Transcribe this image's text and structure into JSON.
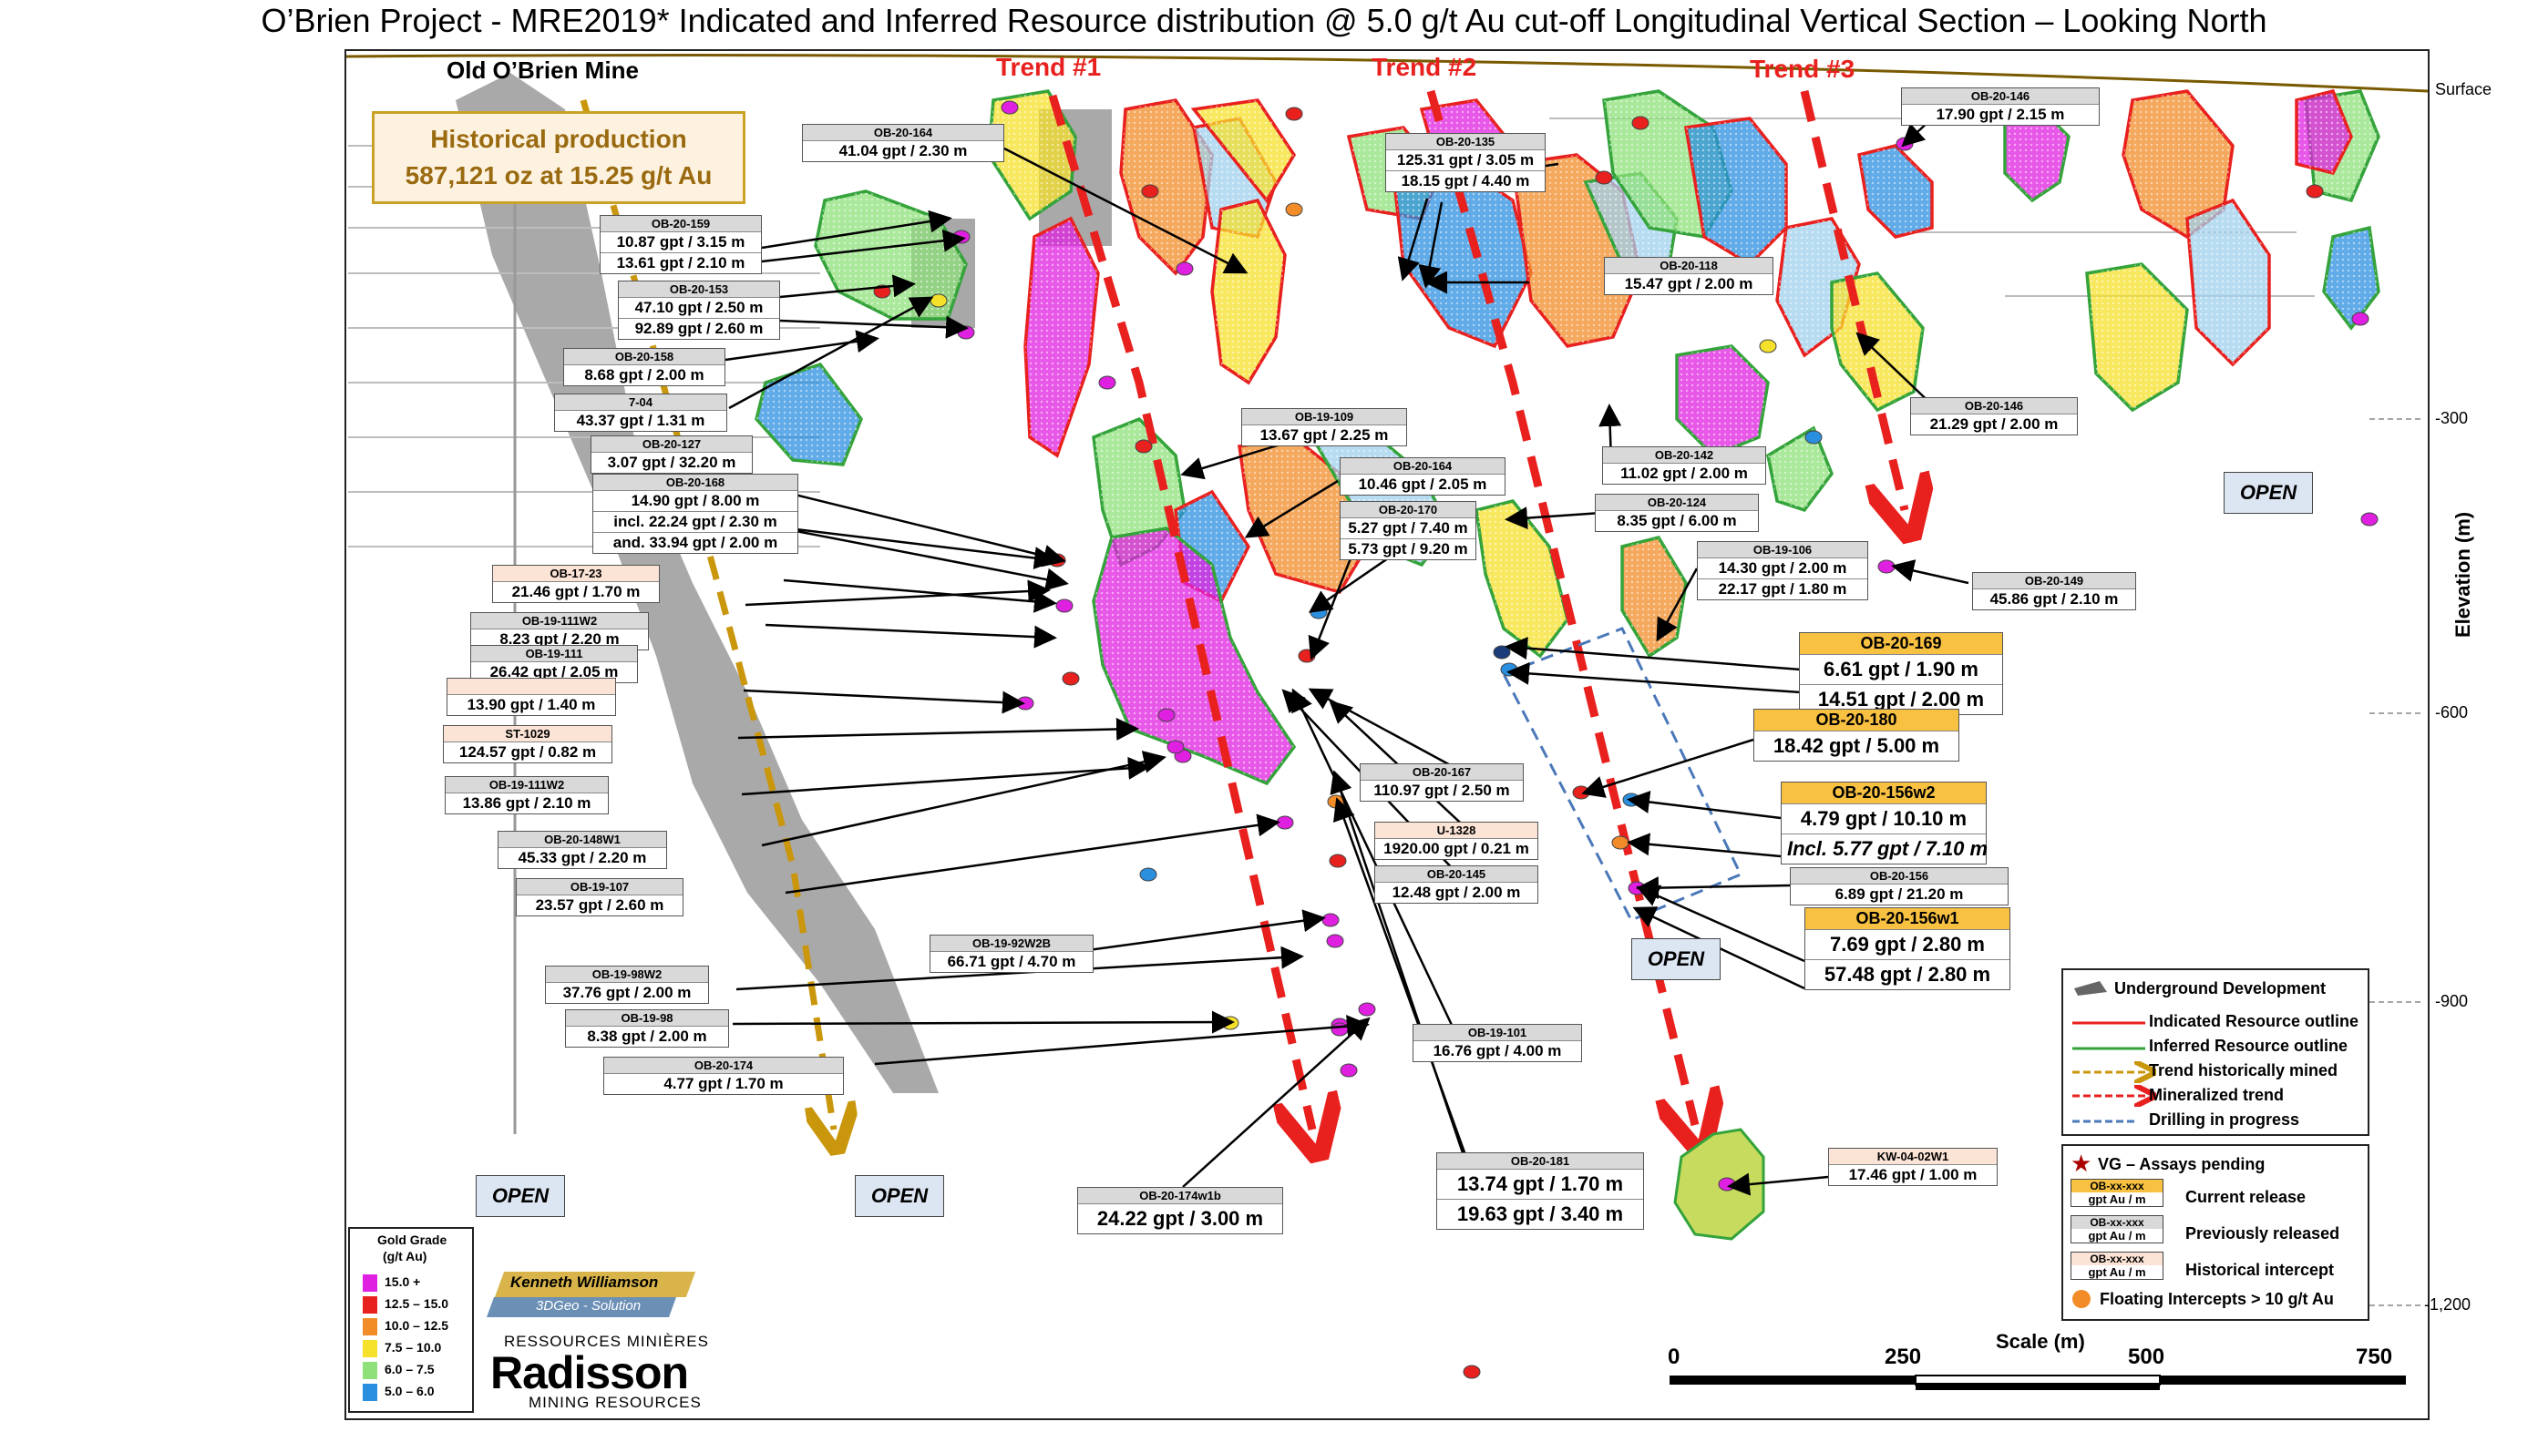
{
  "title": "O’Brien Project - MRE2019* Indicated and Inferred Resource distribution @ 5.0 g/t Au cut-off Longitudinal Vertical Section – Looking North",
  "mine_label": "Old O’Brien Mine",
  "surface_label": "Surface",
  "historical_production": {
    "line1": "Historical production",
    "line2": "587,121 oz at 15.25 g/t Au"
  },
  "trends": [
    "Trend #1",
    "Trend #2",
    "Trend #3"
  ],
  "axis": {
    "label": "Elevation (m)",
    "ticks": [
      "-300",
      "-600",
      "-900",
      "-1,200"
    ]
  },
  "open_label": "OPEN",
  "intercepts": [
    {
      "id": "OB-20-164",
      "lines": [
        "41.04 gpt / 2.30 m"
      ],
      "type": "prev"
    },
    {
      "id": "OB-20-159",
      "lines": [
        "10.87 gpt / 3.15 m",
        "13.61 gpt / 2.10 m"
      ],
      "type": "prev"
    },
    {
      "id": "OB-20-153",
      "lines": [
        "47.10 gpt / 2.50 m",
        "92.89 gpt / 2.60 m"
      ],
      "type": "prev"
    },
    {
      "id": "OB-20-158",
      "lines": [
        "8.68 gpt / 2.00 m"
      ],
      "type": "prev"
    },
    {
      "id": "7-04",
      "lines": [
        "43.37 gpt / 1.31 m"
      ],
      "type": "prev"
    },
    {
      "id": "OB-20-127",
      "lines": [
        "3.07 gpt / 32.20 m"
      ],
      "type": "prev"
    },
    {
      "id": "OB-20-168",
      "lines": [
        "14.90 gpt / 8.00 m",
        "incl. 22.24 gpt / 2.30 m",
        "and. 33.94 gpt / 2.00 m"
      ],
      "type": "prev"
    },
    {
      "id": "OB-17-23",
      "lines": [
        "21.46 gpt / 1.70 m"
      ],
      "type": "hist"
    },
    {
      "id": "OB-19-111W2",
      "lines": [
        "8.23 gpt / 2.20 m"
      ],
      "type": "prev"
    },
    {
      "id": "OB-19-111",
      "lines": [
        "26.42 gpt / 2.05 m"
      ],
      "type": "prev"
    },
    {
      "id": "",
      "lines": [
        "13.90 gpt / 1.40 m"
      ],
      "type": "hist"
    },
    {
      "id": "ST-1029",
      "lines": [
        "124.57 gpt / 0.82 m"
      ],
      "type": "hist"
    },
    {
      "id": "OB-19-111W2",
      "lines": [
        "13.86 gpt / 2.10 m"
      ],
      "type": "prev"
    },
    {
      "id": "OB-20-148W1",
      "lines": [
        "45.33 gpt / 2.20 m"
      ],
      "type": "prev"
    },
    {
      "id": "OB-19-107",
      "lines": [
        "23.57 gpt / 2.60 m"
      ],
      "type": "prev"
    },
    {
      "id": "OB-19-92W2B",
      "lines": [
        "66.71 gpt / 4.70 m"
      ],
      "type": "prev"
    },
    {
      "id": "OB-19-98W2",
      "lines": [
        "37.76 gpt / 2.00 m"
      ],
      "type": "prev"
    },
    {
      "id": "OB-19-98",
      "lines": [
        "8.38 gpt / 2.00 m"
      ],
      "type": "prev"
    },
    {
      "id": "OB-20-174",
      "lines": [
        "4.77 gpt / 1.70 m"
      ],
      "type": "prev"
    },
    {
      "id": "OB-20-174w1b",
      "lines": [
        "24.22 gpt / 3.00 m"
      ],
      "type": "prev"
    },
    {
      "id": "OB-19-109",
      "lines": [
        "13.67 gpt / 2.25 m"
      ],
      "type": "prev"
    },
    {
      "id": "OB-20-164",
      "lines": [
        "10.46 gpt / 2.05 m"
      ],
      "type": "prev"
    },
    {
      "id": "OB-20-170",
      "lines": [
        "5.27 gpt / 7.40 m",
        "5.73 gpt / 9.20 m"
      ],
      "type": "prev"
    },
    {
      "id": "OB-20-167",
      "lines": [
        "110.97 gpt / 2.50 m"
      ],
      "type": "prev"
    },
    {
      "id": "U-1328",
      "lines": [
        "1920.00 gpt / 0.21 m"
      ],
      "type": "hist"
    },
    {
      "id": "OB-20-145",
      "lines": [
        "12.48 gpt / 2.00 m"
      ],
      "type": "prev"
    },
    {
      "id": "OB-19-101",
      "lines": [
        "16.76 gpt / 4.00 m"
      ],
      "type": "prev"
    },
    {
      "id": "OB-20-181",
      "lines": [
        "13.74 gpt / 1.70 m",
        "19.63 gpt / 3.40 m"
      ],
      "type": "prev"
    },
    {
      "id": "OB-20-135",
      "lines": [
        "125.31 gpt / 3.05 m",
        "18.15 gpt / 4.40 m"
      ],
      "type": "prev"
    },
    {
      "id": "OB-20-118",
      "lines": [
        "15.47 gpt / 2.00 m"
      ],
      "type": "prev"
    },
    {
      "id": "OB-20-146",
      "lines": [
        "17.90 gpt / 2.15 m"
      ],
      "type": "prev"
    },
    {
      "id": "OB-20-146",
      "lines": [
        "21.29 gpt / 2.00 m"
      ],
      "type": "prev"
    },
    {
      "id": "OB-20-142",
      "lines": [
        "11.02 gpt / 2.00 m"
      ],
      "type": "prev"
    },
    {
      "id": "OB-20-124",
      "lines": [
        "8.35 gpt / 6.00 m"
      ],
      "type": "prev"
    },
    {
      "id": "OB-19-106",
      "lines": [
        "14.30 gpt / 2.00 m",
        "22.17 gpt / 1.80 m"
      ],
      "type": "prev"
    },
    {
      "id": "OB-20-149",
      "lines": [
        "45.86 gpt / 2.10 m"
      ],
      "type": "prev"
    },
    {
      "id": "OB-20-169",
      "lines": [
        "6.61 gpt / 1.90 m",
        "14.51 gpt / 2.00 m"
      ],
      "type": "cur"
    },
    {
      "id": "OB-20-180",
      "lines": [
        "18.42 gpt / 5.00 m"
      ],
      "type": "cur"
    },
    {
      "id": "OB-20-156w2",
      "lines": [
        "4.79 gpt / 10.10 m",
        "Incl. 5.77 gpt / 7.10 m"
      ],
      "type": "cur"
    },
    {
      "id": "OB-20-156",
      "lines": [
        "6.89 gpt / 21.20 m"
      ],
      "type": "prev"
    },
    {
      "id": "OB-20-156w1",
      "lines": [
        "7.69 gpt / 2.80 m",
        "57.48 gpt / 2.80 m"
      ],
      "type": "cur"
    },
    {
      "id": "KW-04-02W1",
      "lines": [
        "17.46 gpt / 1.00 m"
      ],
      "type": "hist"
    }
  ],
  "legend": {
    "items": [
      "Underground Development",
      "Indicated Resource outline",
      "Inferred Resource outline",
      "Trend historically mined",
      "Mineralized trend",
      "Drilling in progress"
    ],
    "items2": [
      "VG – Assays pending",
      "Current release",
      "Previously released",
      "Historical intercept",
      "Floating Intercepts > 10 g/t Au"
    ],
    "mini_id": "OB-xx-xxx",
    "mini_val": "gpt Au / m"
  },
  "grade_legend": {
    "title1": "Gold Grade",
    "title2": "(g/t Au)",
    "rows": [
      {
        "label": "15.0 +",
        "color": "#e020e0"
      },
      {
        "label": "12.5 – 15.0",
        "color": "#e8201e"
      },
      {
        "label": "10.0 – 12.5",
        "color": "#f28c28"
      },
      {
        "label": "7.5 – 10.0",
        "color": "#f5e02a"
      },
      {
        "label": "6.0 – 7.5",
        "color": "#8ee07a"
      },
      {
        "label": "5.0 – 6.0",
        "color": "#2b8fe0"
      }
    ]
  },
  "logos": {
    "kw1": "Kenneth Williamson",
    "kw2": "3DGeo - Solution",
    "r1": "RESSOURCES MINIÈRES",
    "r2": "Radisson",
    "r3": "MINING RESOURCES"
  },
  "scale": {
    "title": "Scale (m)",
    "ticks": [
      "0",
      "250",
      "500",
      "750"
    ]
  }
}
